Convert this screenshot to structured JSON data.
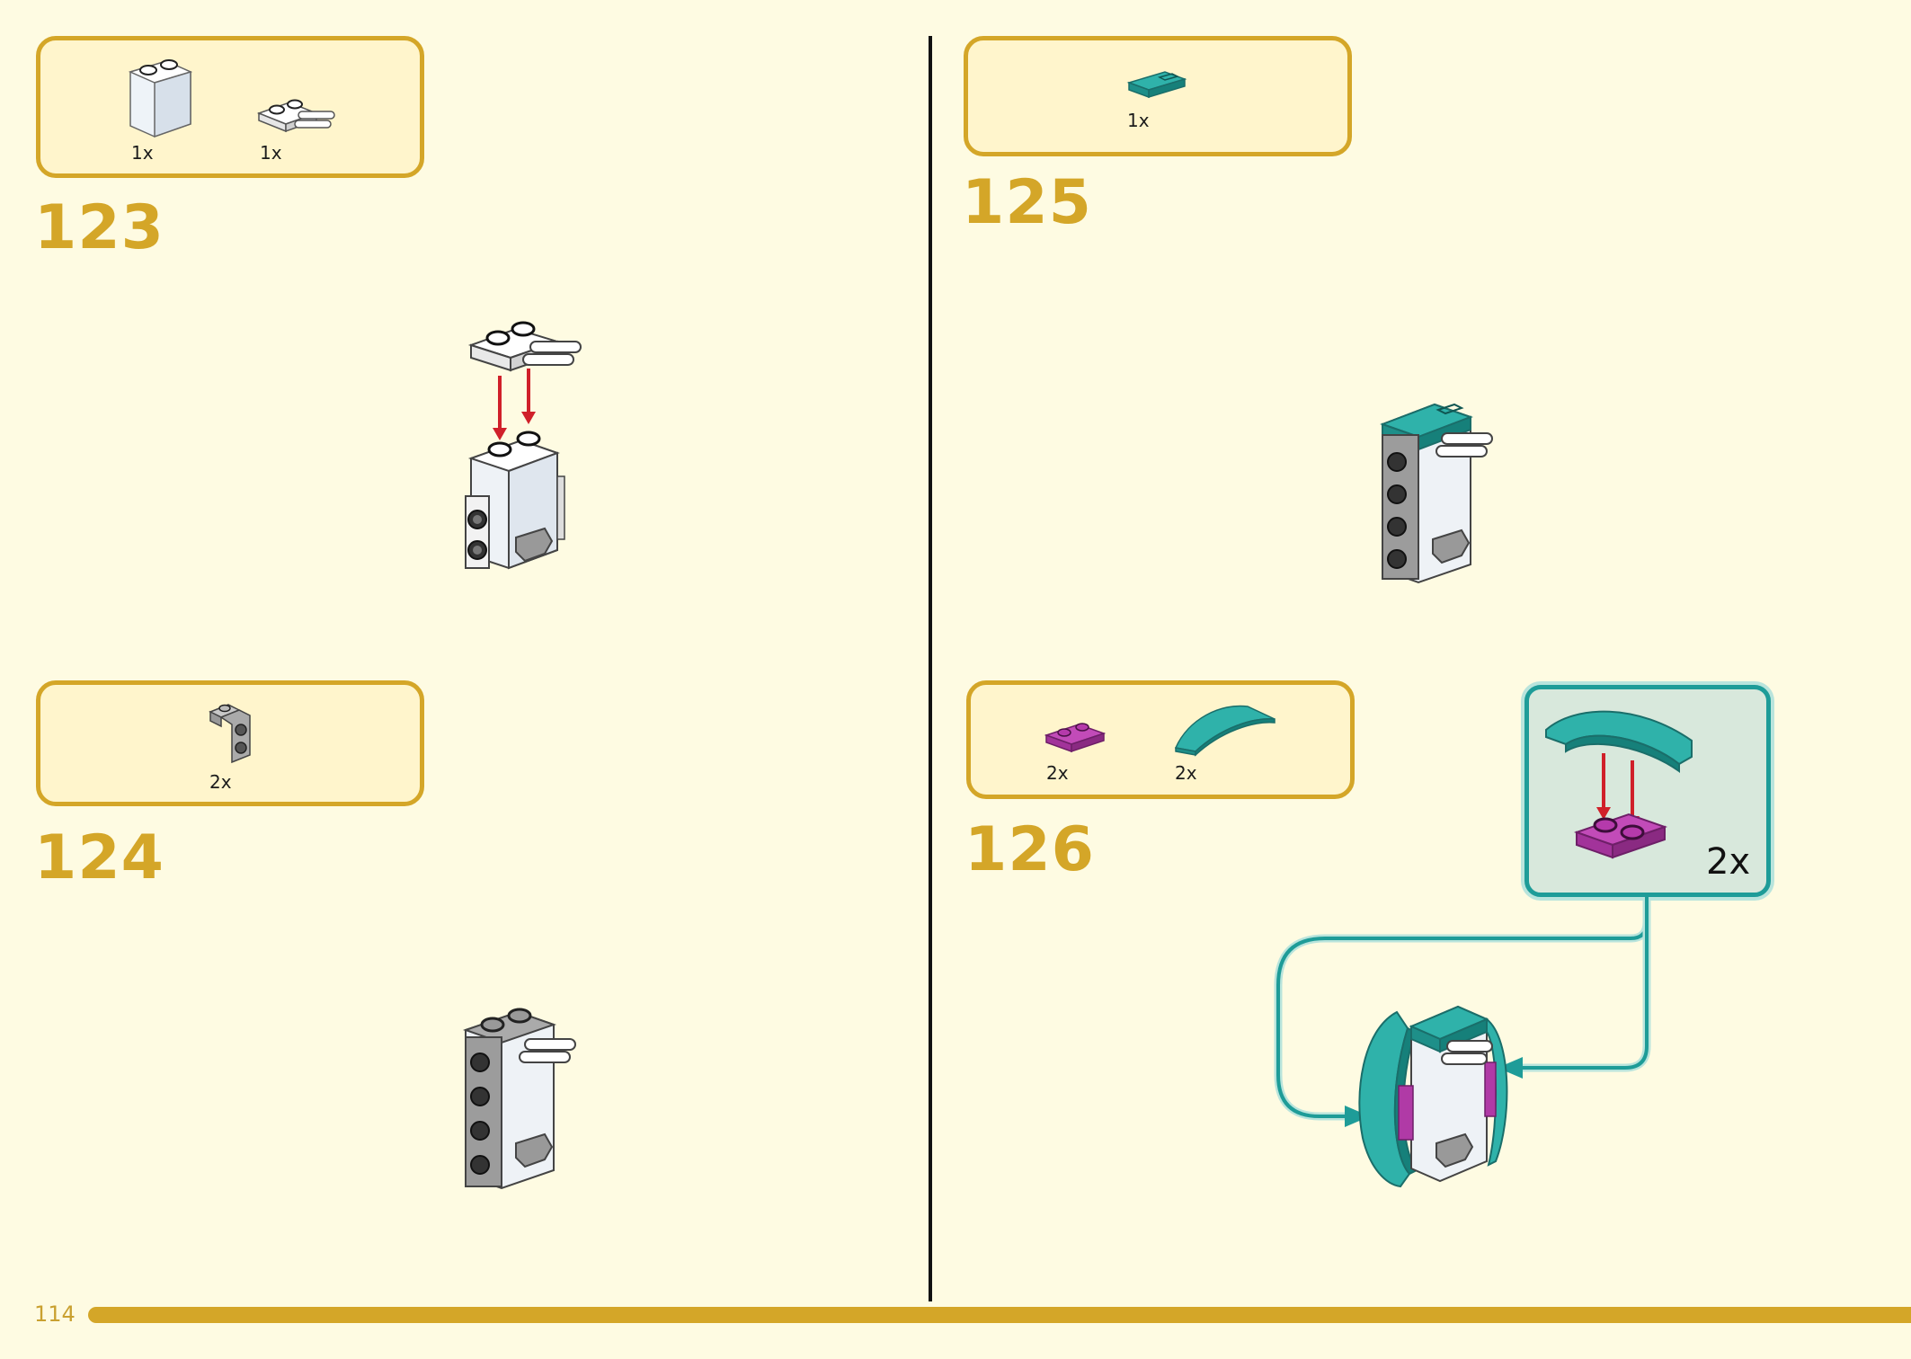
{
  "page_number": "114",
  "steps": [
    {
      "number": "123",
      "parts": [
        {
          "name": "white-brick-1x2",
          "qty": "1x"
        },
        {
          "name": "white-plate-1x2-with-bars",
          "qty": "1x"
        }
      ]
    },
    {
      "number": "124",
      "parts": [
        {
          "name": "gray-bracket-1x1",
          "qty": "2x"
        }
      ]
    },
    {
      "number": "125",
      "parts": [
        {
          "name": "teal-tile-1x2-with-groove",
          "qty": "1x"
        }
      ]
    },
    {
      "number": "126",
      "parts": [
        {
          "name": "magenta-plate-1x2",
          "qty": "2x"
        },
        {
          "name": "teal-curved-slope",
          "qty": "2x"
        }
      ]
    }
  ],
  "subassembly": {
    "multiplier": "2x"
  },
  "colors": {
    "accent": "#d4a628",
    "background": "#fefbe2",
    "teal": "#1e9c98",
    "magenta": "#b03aa6",
    "arrow_red": "#d0202a"
  }
}
